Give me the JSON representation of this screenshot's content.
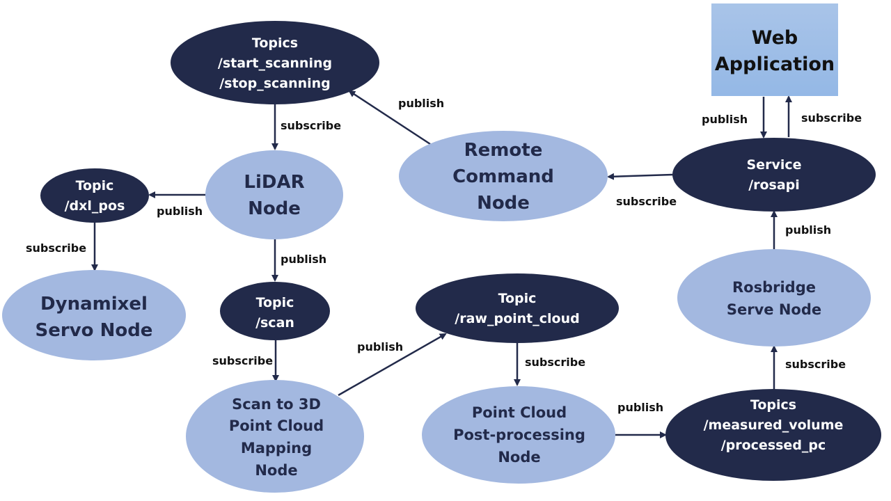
{
  "colors": {
    "dark_node": "#222a4a",
    "light_node": "#a3b8e0",
    "web_box_top": "#a9c4e8",
    "web_box_bottom": "#94b8e6"
  },
  "nodes": {
    "topics_scan_ctrl": [
      "Topics",
      "/start_scanning",
      "/stop_scanning"
    ],
    "web_app": [
      "Web",
      "Application"
    ],
    "topic_dxl": [
      "Topic",
      "/dxl_pos"
    ],
    "lidar": [
      "LiDAR",
      "Node"
    ],
    "remote": [
      "Remote",
      "Command",
      "Node"
    ],
    "service": [
      "Service",
      "/rosapi"
    ],
    "dynamixel": [
      "Dynamixel",
      "Servo Node"
    ],
    "topic_scan": [
      "Topic",
      "/scan"
    ],
    "topic_raw": [
      "Topic",
      "/raw_point_cloud"
    ],
    "rosbridge": [
      "Rosbridge",
      "Serve Node"
    ],
    "scan3d": [
      "Scan to 3D",
      "Point Cloud",
      "Mapping",
      "Node"
    ],
    "pcpost": [
      "Point Cloud",
      "Post-processing",
      "Node"
    ],
    "topics_out": [
      "Topics",
      "/measured_volume",
      "/processed_pc"
    ]
  },
  "edges": {
    "topics_to_lidar": "subscribe",
    "remote_to_topics": "publish",
    "service_to_web": "subscribe",
    "web_to_service": "publish",
    "lidar_to_dxl": "publish",
    "service_to_remote": "subscribe",
    "dxl_to_dynamixel": "subscribe",
    "rosbridge_to_service": "publish",
    "lidar_to_scan": "publish",
    "scan3d_to_raw": "publish",
    "raw_to_pcpost": "subscribe",
    "scan_to_scan3d": "subscribe",
    "topics_out_to_rosbridge": "subscribe",
    "pcpost_to_topics_out": "publish"
  }
}
